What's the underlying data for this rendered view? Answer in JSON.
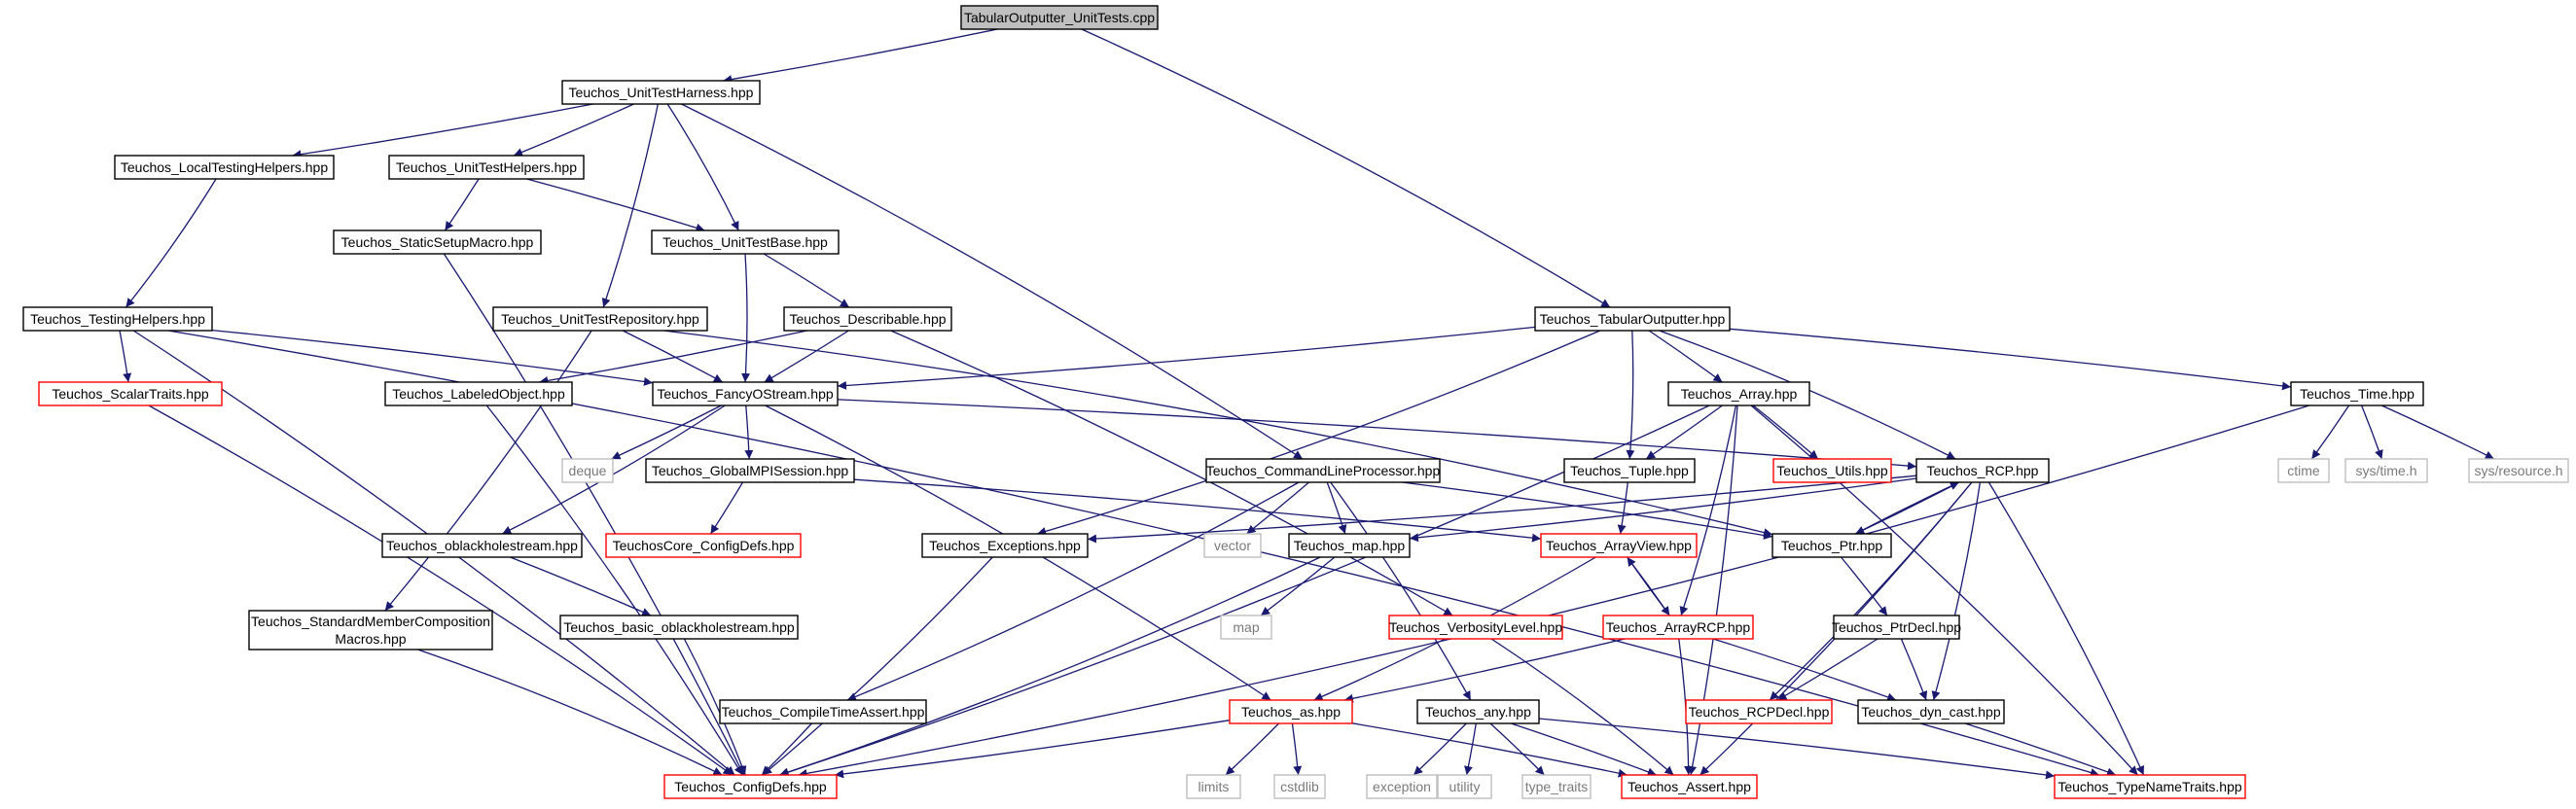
{
  "colors": {
    "edge": "#191970",
    "normal_border": "#000000",
    "truncated_border": "#ff0000",
    "system_border": "#bfbfbf",
    "root_fill": "#bfbfbf",
    "fill": "#ffffff"
  },
  "nodes": [
    {
      "id": "root",
      "label": "TabularOutputter_UnitTests.cpp",
      "kind": "root"
    },
    {
      "id": "uth",
      "label": "Teuchos_UnitTestHarness.hpp",
      "kind": "normal"
    },
    {
      "id": "ltH",
      "label": "Teuchos_LocalTestingHelpers.hpp",
      "kind": "normal"
    },
    {
      "id": "utHelp",
      "label": "Teuchos_UnitTestHelpers.hpp",
      "kind": "normal"
    },
    {
      "id": "ssm",
      "label": "Teuchos_StaticSetupMacro.hpp",
      "kind": "normal"
    },
    {
      "id": "utb",
      "label": "Teuchos_UnitTestBase.hpp",
      "kind": "normal"
    },
    {
      "id": "testH",
      "label": "Teuchos_TestingHelpers.hpp",
      "kind": "normal"
    },
    {
      "id": "utr",
      "label": "Teuchos_UnitTestRepository.hpp",
      "kind": "normal"
    },
    {
      "id": "desc",
      "label": "Teuchos_Describable.hpp",
      "kind": "normal"
    },
    {
      "id": "tabOut",
      "label": "Teuchos_TabularOutputter.hpp",
      "kind": "normal"
    },
    {
      "id": "scalar",
      "label": "Teuchos_ScalarTraits.hpp",
      "kind": "truncated"
    },
    {
      "id": "lobj",
      "label": "Teuchos_LabeledObject.hpp",
      "kind": "normal"
    },
    {
      "id": "fos",
      "label": "Teuchos_FancyOStream.hpp",
      "kind": "normal"
    },
    {
      "id": "array",
      "label": "Teuchos_Array.hpp",
      "kind": "normal"
    },
    {
      "id": "time",
      "label": "Teuchos_Time.hpp",
      "kind": "normal"
    },
    {
      "id": "deque",
      "label": "deque",
      "kind": "system"
    },
    {
      "id": "gmpi",
      "label": "Teuchos_GlobalMPISession.hpp",
      "kind": "normal"
    },
    {
      "id": "clp",
      "label": "Teuchos_CommandLineProcessor.hpp",
      "kind": "normal"
    },
    {
      "id": "tuple",
      "label": "Teuchos_Tuple.hpp",
      "kind": "normal"
    },
    {
      "id": "utils",
      "label": "Teuchos_Utils.hpp",
      "kind": "truncated"
    },
    {
      "id": "rcp",
      "label": "Teuchos_RCP.hpp",
      "kind": "normal"
    },
    {
      "id": "ctime",
      "label": "ctime",
      "kind": "system"
    },
    {
      "id": "systime",
      "label": "sys/time.h",
      "kind": "system"
    },
    {
      "id": "sysres",
      "label": "sys/resource.h",
      "kind": "system"
    },
    {
      "id": "obh",
      "label": "Teuchos_oblackholestream.hpp",
      "kind": "normal"
    },
    {
      "id": "tcc",
      "label": "TeuchosCore_ConfigDefs.hpp",
      "kind": "truncated"
    },
    {
      "id": "vector",
      "label": "vector",
      "kind": "system"
    },
    {
      "id": "exc",
      "label": "Teuchos_Exceptions.hpp",
      "kind": "normal"
    },
    {
      "id": "map",
      "label": "Teuchos_map.hpp",
      "kind": "normal"
    },
    {
      "id": "av",
      "label": "Teuchos_ArrayView.hpp",
      "kind": "truncated"
    },
    {
      "id": "ptr",
      "label": "Teuchos_Ptr.hpp",
      "kind": "normal"
    },
    {
      "id": "smc",
      "label": "Teuchos_StandardMemberComposition",
      "label2": "Macros.hpp",
      "kind": "normal"
    },
    {
      "id": "bobh",
      "label": "Teuchos_basic_oblackholestream.hpp",
      "kind": "normal"
    },
    {
      "id": "mapsys",
      "label": "map",
      "kind": "system"
    },
    {
      "id": "vl",
      "label": "Teuchos_VerbosityLevel.hpp",
      "kind": "truncated"
    },
    {
      "id": "arcp",
      "label": "Teuchos_ArrayRCP.hpp",
      "kind": "truncated"
    },
    {
      "id": "ptrd",
      "label": "Teuchos_PtrDecl.hpp",
      "kind": "normal"
    },
    {
      "id": "cta",
      "label": "Teuchos_CompileTimeAssert.hpp",
      "kind": "normal"
    },
    {
      "id": "as",
      "label": "Teuchos_as.hpp",
      "kind": "truncated"
    },
    {
      "id": "any",
      "label": "Teuchos_any.hpp",
      "kind": "normal"
    },
    {
      "id": "rcpd",
      "label": "Teuchos_RCPDecl.hpp",
      "kind": "truncated"
    },
    {
      "id": "dyn",
      "label": "Teuchos_dyn_cast.hpp",
      "kind": "normal"
    },
    {
      "id": "cd",
      "label": "Teuchos_ConfigDefs.hpp",
      "kind": "truncated"
    },
    {
      "id": "limits",
      "label": "limits",
      "kind": "system"
    },
    {
      "id": "cstdlib",
      "label": "cstdlib",
      "kind": "system"
    },
    {
      "id": "exception",
      "label": "exception",
      "kind": "system"
    },
    {
      "id": "utility",
      "label": "utility",
      "kind": "system"
    },
    {
      "id": "tt",
      "label": "type_traits",
      "kind": "system"
    },
    {
      "id": "assert",
      "label": "Teuchos_Assert.hpp",
      "kind": "truncated"
    },
    {
      "id": "tnt",
      "label": "Teuchos_TypeNameTraits.hpp",
      "kind": "truncated"
    }
  ]
}
